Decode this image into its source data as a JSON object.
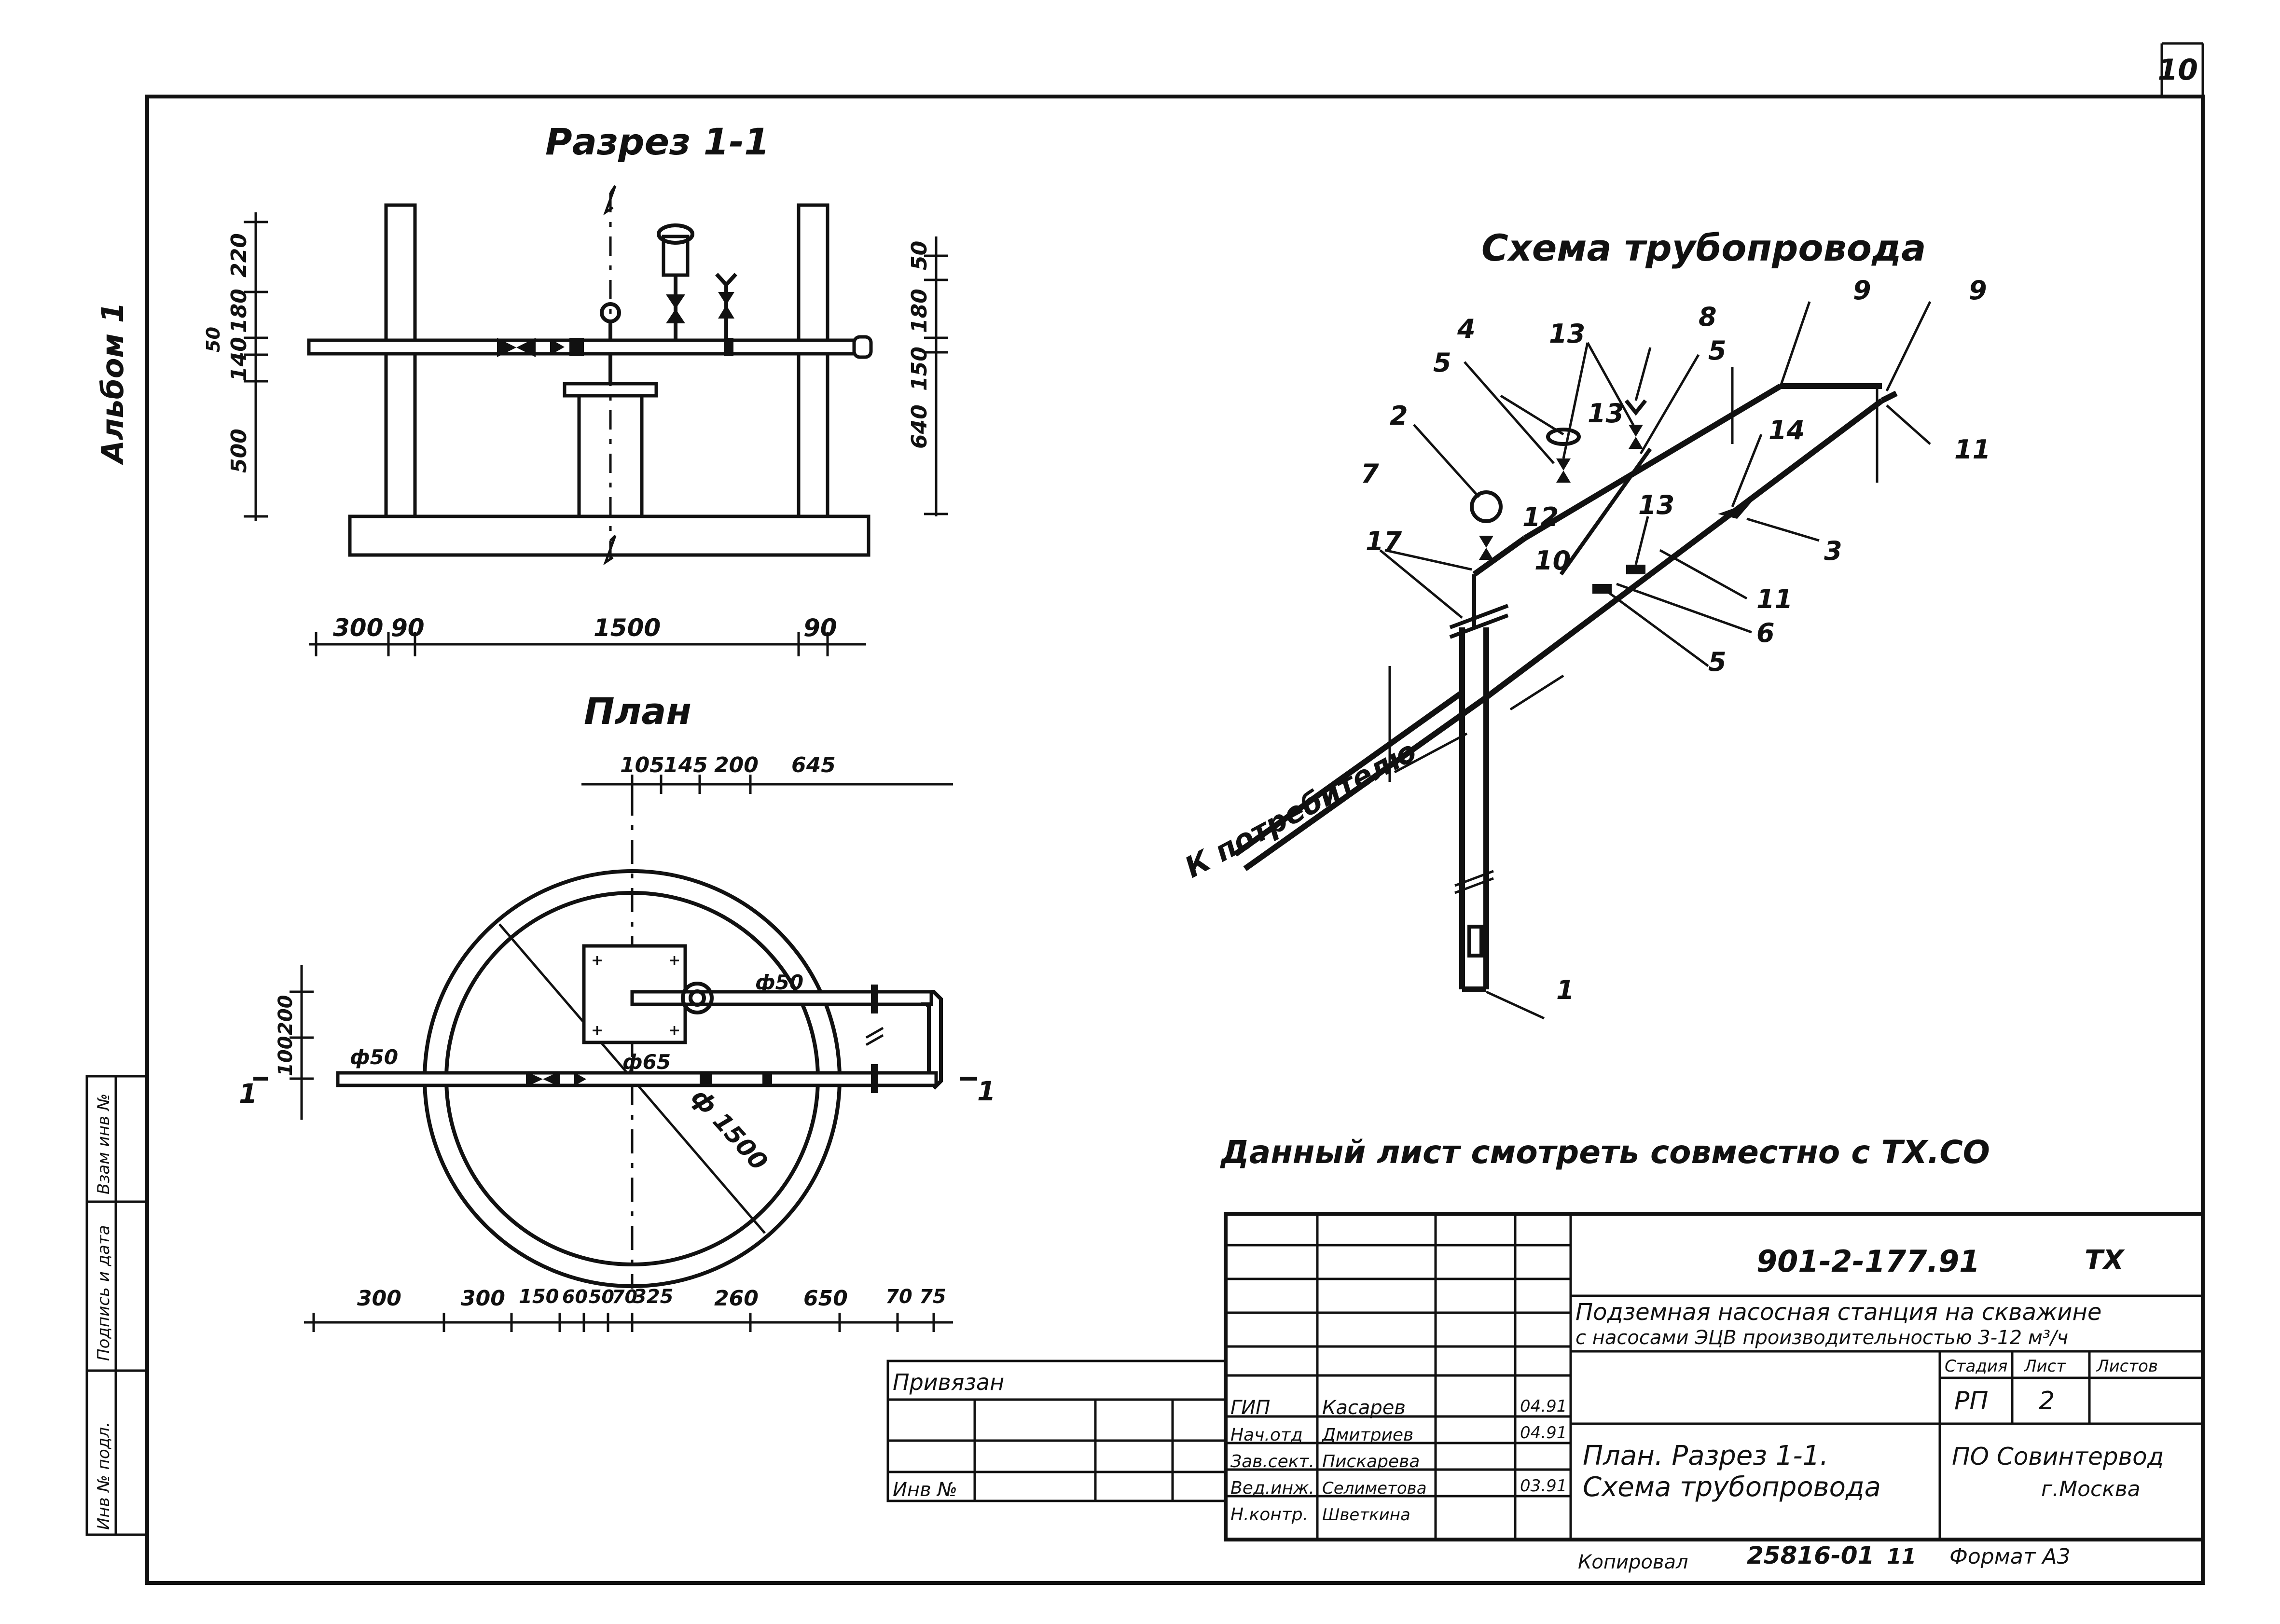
{
  "sheet": {
    "corner_number": "10",
    "album_label": "Альбом 1",
    "margin_cells": [
      "Инв № подл.",
      "Подпись и дата",
      "Взам инв №"
    ]
  },
  "section": {
    "title": "Разрез 1-1",
    "dims_left": [
      "220",
      "180",
      "50",
      "140",
      "500"
    ],
    "dims_right": [
      "50",
      "180",
      "150",
      "640"
    ],
    "dims_bottom": [
      "300",
      "90",
      "1500",
      "90"
    ]
  },
  "plan": {
    "title": "План",
    "dims_top": [
      "105",
      "145",
      "200",
      "645"
    ],
    "dims_left": [
      "100",
      "200"
    ],
    "dims_bottom": [
      "300",
      "300",
      "150",
      "60",
      "50",
      "70",
      "325",
      "260",
      "650",
      "70",
      "75"
    ],
    "labels": {
      "pipe_left": "ф50",
      "pipe_right": "ф50",
      "pipe_center": "ф65",
      "diameter": "ф 1500",
      "section_left": "1",
      "section_right": "1"
    }
  },
  "scheme": {
    "title": "Схема трубопровода",
    "to_consumer": "К потребителю",
    "callouts": [
      "1",
      "2",
      "3",
      "4",
      "5",
      "5",
      "5",
      "6",
      "7",
      "8",
      "9",
      "9",
      "10",
      "11",
      "11",
      "12",
      "13",
      "13",
      "13",
      "14",
      "17"
    ]
  },
  "note": "Данный лист смотреть совместно с ТХ.СО",
  "title_block": {
    "code": "901-2-177.91",
    "mark": "ТХ",
    "object_name_line1": "Подземная насосная станция на скважине",
    "object_name_line2": "с насосами ЭЦВ производительностью 3-12 м³/ч",
    "sheet_name_line1": "План. Разрез 1-1.",
    "sheet_name_line2": "Схема трубопровода",
    "stage_header": "Стадия",
    "sheet_header": "Лист",
    "sheets_header": "Листов",
    "stage": "РП",
    "sheet": "2",
    "organization": "ПО Совинтервод",
    "city": "г.Москва",
    "roles": [
      "ГИП",
      "Нач.отд",
      "Зав.сект.",
      "Вед.инж.",
      "Н.контр."
    ],
    "names": [
      "Касарев",
      "Дмитриев",
      "Пискарева",
      "Селиметова",
      "Шветкина"
    ],
    "dates": [
      "04.91",
      "04.91",
      "",
      "03.91",
      ""
    ],
    "bound": "Привязан",
    "inv": "Инв №",
    "copied": "Копировал",
    "copy_number": "25816-01",
    "sheet_index": "11",
    "format": "Формат А3"
  }
}
